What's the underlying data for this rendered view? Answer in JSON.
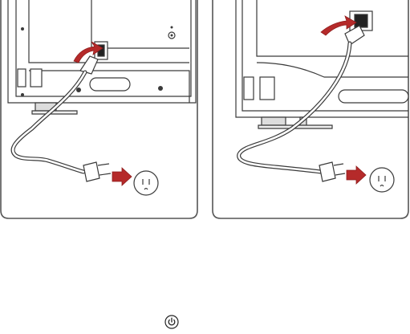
{
  "illustrations": [
    {
      "name": "tv-bottom-rear-power-cord",
      "icon": "tv-power-cord-illustration"
    },
    {
      "name": "tv-side-rear-power-cord",
      "icon": "tv-power-cord-illustration"
    }
  ],
  "footer": {
    "icon": "power-icon"
  },
  "colors": {
    "frame": "#555555",
    "line": "#3a3a3a",
    "tv_fill": "#ffffff",
    "shade": "#dcdcdc",
    "arrow": "#b52a2a",
    "arrow_dark": "#8e1d1d"
  }
}
